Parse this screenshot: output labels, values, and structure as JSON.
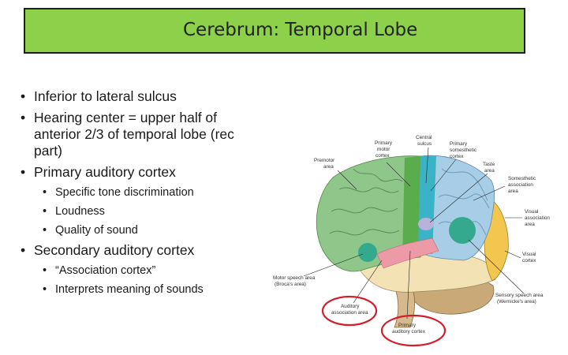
{
  "slide": {
    "title": "Cerebrum: Temporal Lobe",
    "bullets": [
      "Inferior to lateral sulcus",
      "Hearing center = upper half of",
      "anterior 2/3 of temporal lobe (rec",
      "part)",
      "Primary auditory cortex",
      "Secondary auditory cortex"
    ],
    "sub_bullets": [
      "Specific tone discrimination",
      "Loudness",
      "Quality of sound",
      "“Association cortex”",
      "Interprets meaning of sounds"
    ]
  },
  "figure": {
    "labels": {
      "premotor_1": "Premotor",
      "premotor_2": "area",
      "primary_motor_1": "Primary",
      "primary_motor_2": "motor",
      "primary_motor_3": "cortex",
      "central_1": "Central",
      "central_2": "sulcus",
      "somesthetic_1": "Primary",
      "somesthetic_2": "somesthetic",
      "somesthetic_3": "cortex",
      "taste_1": "Taste",
      "taste_2": "area",
      "som_assoc_1": "Somesthetic",
      "som_assoc_2": "association",
      "som_assoc_3": "area",
      "visual_assoc_1": "Visual",
      "visual_assoc_2": "association",
      "visual_assoc_3": "area",
      "visual_cortex_1": "Visual",
      "visual_cortex_2": "cortex",
      "broca_1": "Motor speech area",
      "broca_2": "(Broca's area)",
      "wernicke_1": "Sensory speech area",
      "wernicke_2": "(Wernicke's area)",
      "aud_assoc_1": "Auditory",
      "aud_assoc_2": "association area",
      "prim_aud_1": "Primary",
      "prim_aud_2": "auditory cortex"
    },
    "colors": {
      "frontal": "#8fc68a",
      "parietal": "#a7cde7",
      "occipital": "#f3c64e",
      "temporal": "#f3e2b3",
      "motor_strip": "#5aac4d",
      "sensory_strip": "#3ab3c6",
      "auditory_cortex": "#ec9aa6",
      "speech_areas": "#35a98e",
      "highlight_circle": "#d21e2a"
    }
  }
}
